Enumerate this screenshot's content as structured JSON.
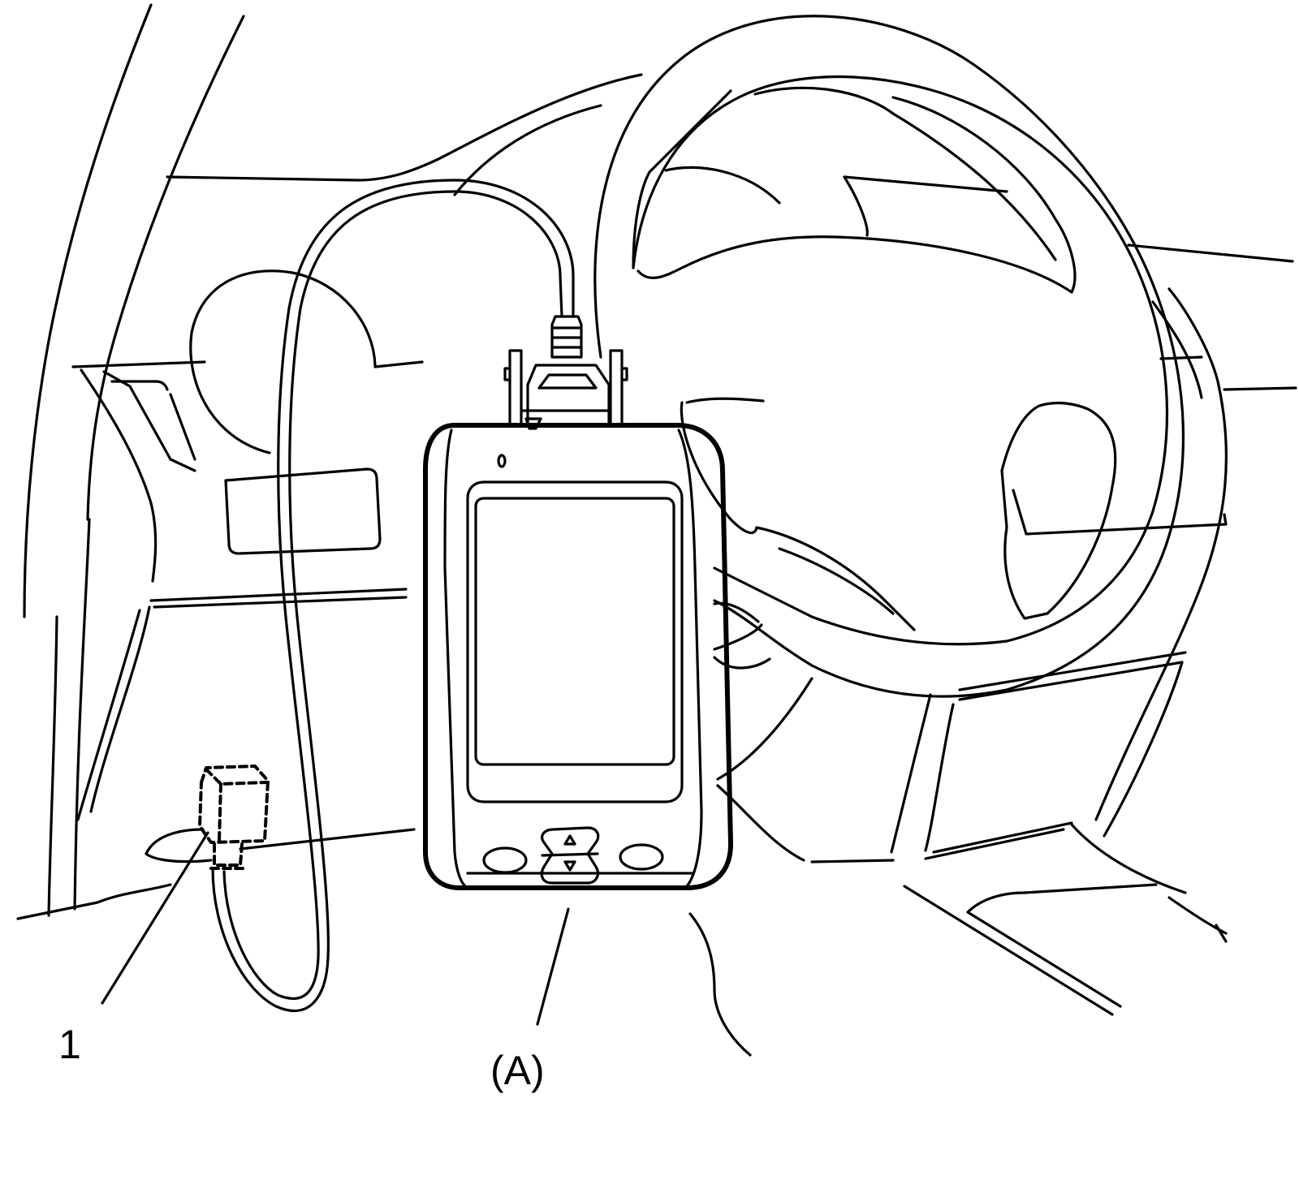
{
  "diagram": {
    "callouts": {
      "connector": "1",
      "scan_tool": "(A)"
    }
  },
  "colors": {
    "line": "#000000",
    "background": "#ffffff"
  },
  "icons": {
    "scroll": "up-down-arrow-icon",
    "connector": "dashed-connector-block"
  }
}
